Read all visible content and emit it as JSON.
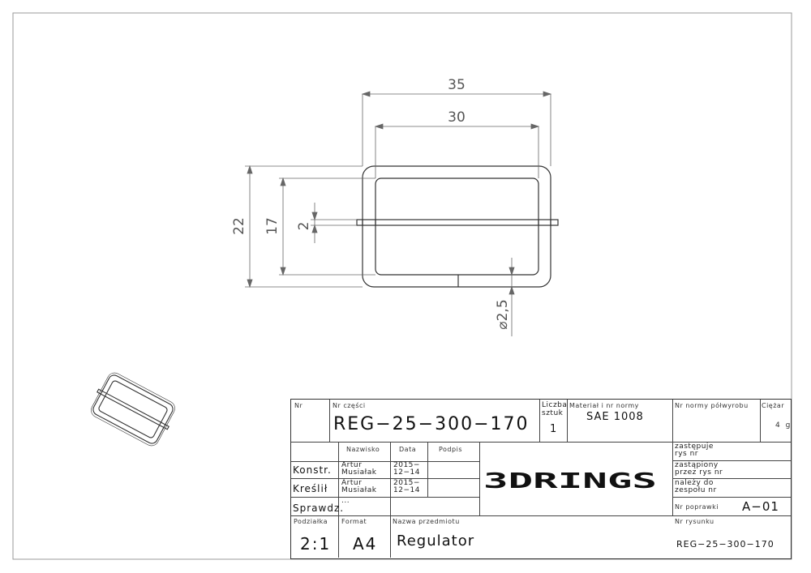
{
  "drawing": {
    "dimensions": {
      "width_outer": "35",
      "width_inner": "30",
      "height_outer": "22",
      "height_inner": "17",
      "bar": "2",
      "wire_diameter": "⌀2,5"
    }
  },
  "title_block": {
    "nr_label": "Nr",
    "part_no_label": "Nr części",
    "part_no": "REG−25−300−170",
    "quantity_label": "Liczba sztuk",
    "quantity_label_line1": "Liczba",
    "quantity_label_line2": "sztuk",
    "quantity": "1",
    "material_label": "Materiał i nr normy",
    "material": "SAE 1008",
    "semi_norm_label": "Nr normy półwyrobu",
    "weight_label": "Ciężar",
    "weight": "4 g",
    "col_name": "Nazwisko",
    "col_date": "Data",
    "col_sign": "Podpis",
    "rows": [
      {
        "role": "Konstr.",
        "name_l1": "Artur",
        "name_l2": "Musiałak",
        "date_l1": "2015−",
        "date_l2": "12−14"
      },
      {
        "role": "Kreślił",
        "name_l1": "Artur",
        "name_l2": "Musiałak",
        "date_l1": "2015−",
        "date_l2": "12−14"
      },
      {
        "role": "Sprawdz.",
        "name_l1": "...",
        "name_l2": "",
        "date_l1": "",
        "date_l2": ""
      }
    ],
    "logo": "3DRINGS",
    "replaces_l1": "zastępuje",
    "replaces_l2": "rys nr",
    "replaced_l1": "zastąpiony",
    "replaced_l2": "przez rys nr",
    "belongs_l1": "należy do",
    "belongs_l2": "zespołu nr",
    "revision_label": "Nr poprawki",
    "revision": "A−01",
    "scale_label": "Podziałka",
    "scale": "2:1",
    "format_label": "Format",
    "format": "A4",
    "name_label": "Nazwa przedmiotu",
    "name": "Regulator",
    "drawing_no_label": "Nr rysunku",
    "drawing_no": "REG−25−300−170"
  },
  "colors": {
    "line": "#444444",
    "dim": "#666666",
    "part": "#333333"
  }
}
